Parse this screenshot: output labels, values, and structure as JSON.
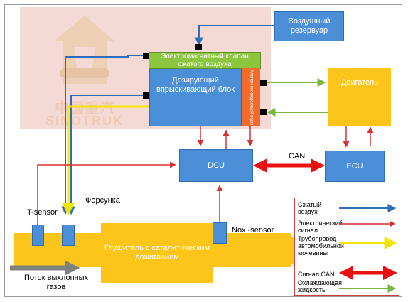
{
  "logo": {
    "watermark_cn": "中国重汽",
    "watermark_en": "SINOTRUK"
  },
  "nodes": {
    "reservoir": "Воздушный резервуар",
    "air_valve": "Электромагнитный клапан сжатого воздуха",
    "dosing_unit": "Дозирующий впрыскивающий блок",
    "coolant_valve": "Клапан охлаждающей воды",
    "engine": "Двигатель",
    "dcu": "DCU",
    "ecu": "ECU",
    "muffler": "Глушитель с каталитическим дожиганием"
  },
  "labels": {
    "t_sensor": "T-sensor",
    "injector": "Форсунка",
    "nox_sensor": "Nox -sensor",
    "can": "CAN",
    "exhaust_flow": "Поток выхлопных газов"
  },
  "legend": [
    {
      "label": "Сжатый воздух",
      "color": "#2f6db8"
    },
    {
      "label": "Электрический сигнал",
      "color": "#d93030"
    },
    {
      "label": "Трубопровод автомобильной мочевины",
      "color": "#f2e600"
    },
    {
      "label": "Сигнал CAN",
      "color": "#e81010"
    },
    {
      "label": "Охлаждающая жидкость",
      "color": "#78b840"
    }
  ]
}
